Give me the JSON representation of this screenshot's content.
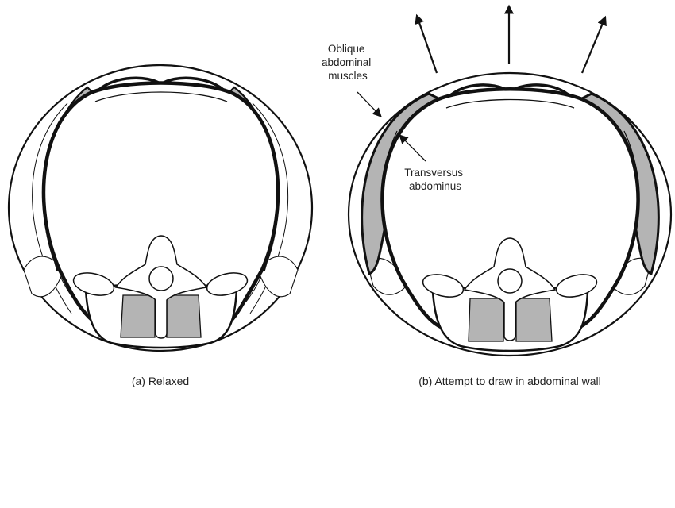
{
  "panels": [
    {
      "caption": "(a) Relaxed"
    },
    {
      "caption": "(b) Attempt to draw in abdominal wall"
    }
  ],
  "annotations": {
    "oblique": [
      "Oblique",
      "abdominal",
      "muscles"
    ],
    "transversus": [
      "Transversus",
      "abdominus"
    ]
  },
  "colors": {
    "muscle_fill": "#b4b4b4",
    "outline": "#111111",
    "background": "#ffffff"
  }
}
